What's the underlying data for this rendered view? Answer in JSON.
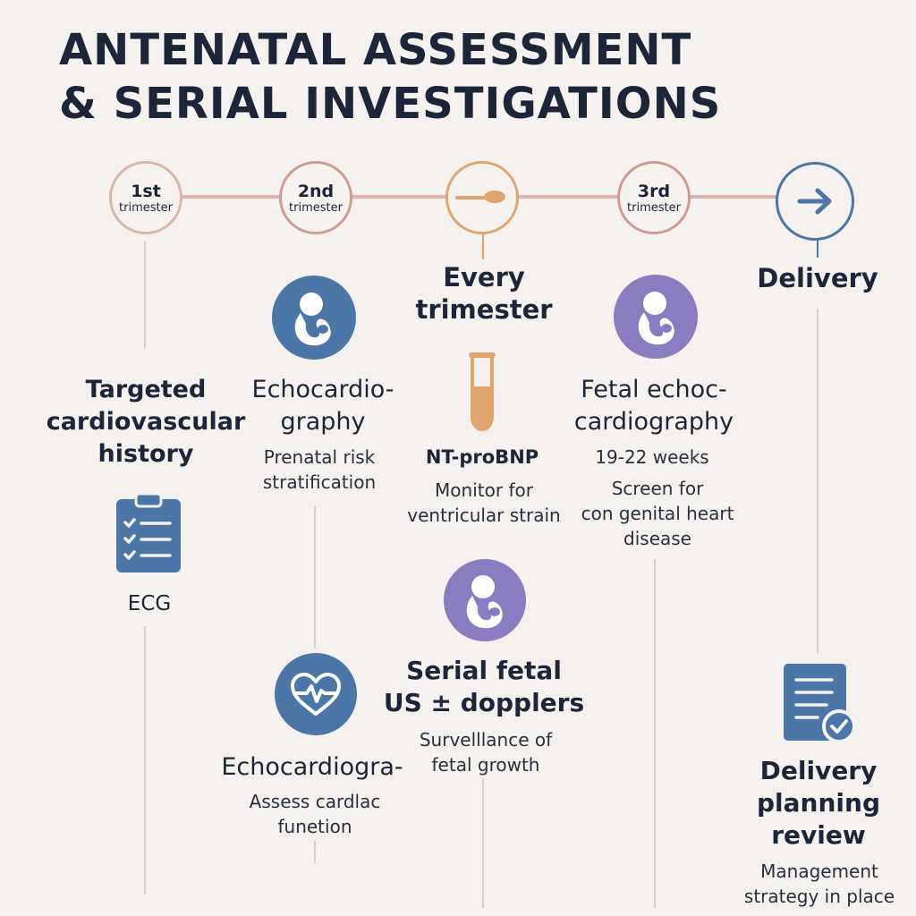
{
  "title": {
    "line1": "ANTENATAL ASSESSMENT",
    "line2": "& SERIAL INVESTIGATIONS"
  },
  "timeline": {
    "m1": {
      "num": "1st",
      "sub": "trimester"
    },
    "m2": {
      "num": "2nd",
      "sub": "trimester"
    },
    "m4": {
      "num": "3rd",
      "sub": "trimester"
    },
    "every_trimester": {
      "line1": "Every",
      "line2": "trimester"
    },
    "delivery": "Delivery"
  },
  "col1": {
    "heading": [
      "Targeted",
      "cardiovascular",
      "history"
    ],
    "ecg_label": "ECG"
  },
  "col2": {
    "heading1": [
      "Echocardio-",
      "graphy"
    ],
    "desc1": [
      "Prenatal risk",
      "stratification"
    ],
    "heading2": "Echocardiogra-",
    "desc2": [
      "Assess cardlac",
      "funetion"
    ]
  },
  "col3": {
    "label": "NT-proBNP",
    "desc1": [
      "Monitor for",
      "ventricular strain"
    ],
    "heading2": [
      "Serial fetal",
      "US ± dopplers"
    ],
    "desc2": [
      "Survelllance of",
      "fetal growth"
    ]
  },
  "col4": {
    "heading": [
      "Fetal echoc-",
      "cardiography"
    ],
    "weeks": "19-22 weeks",
    "desc": [
      "Screen for",
      "con genital heart",
      "disease"
    ]
  },
  "col5": {
    "heading": [
      "Delivery",
      "planning",
      "review"
    ],
    "desc": [
      "Management",
      "strategy in place"
    ]
  },
  "colors": {
    "navy": "#1c2638",
    "blue": "#4a76a8",
    "purple": "#8a7cc0",
    "orange": "#e0a56c",
    "rose": "#d9b6aa"
  }
}
